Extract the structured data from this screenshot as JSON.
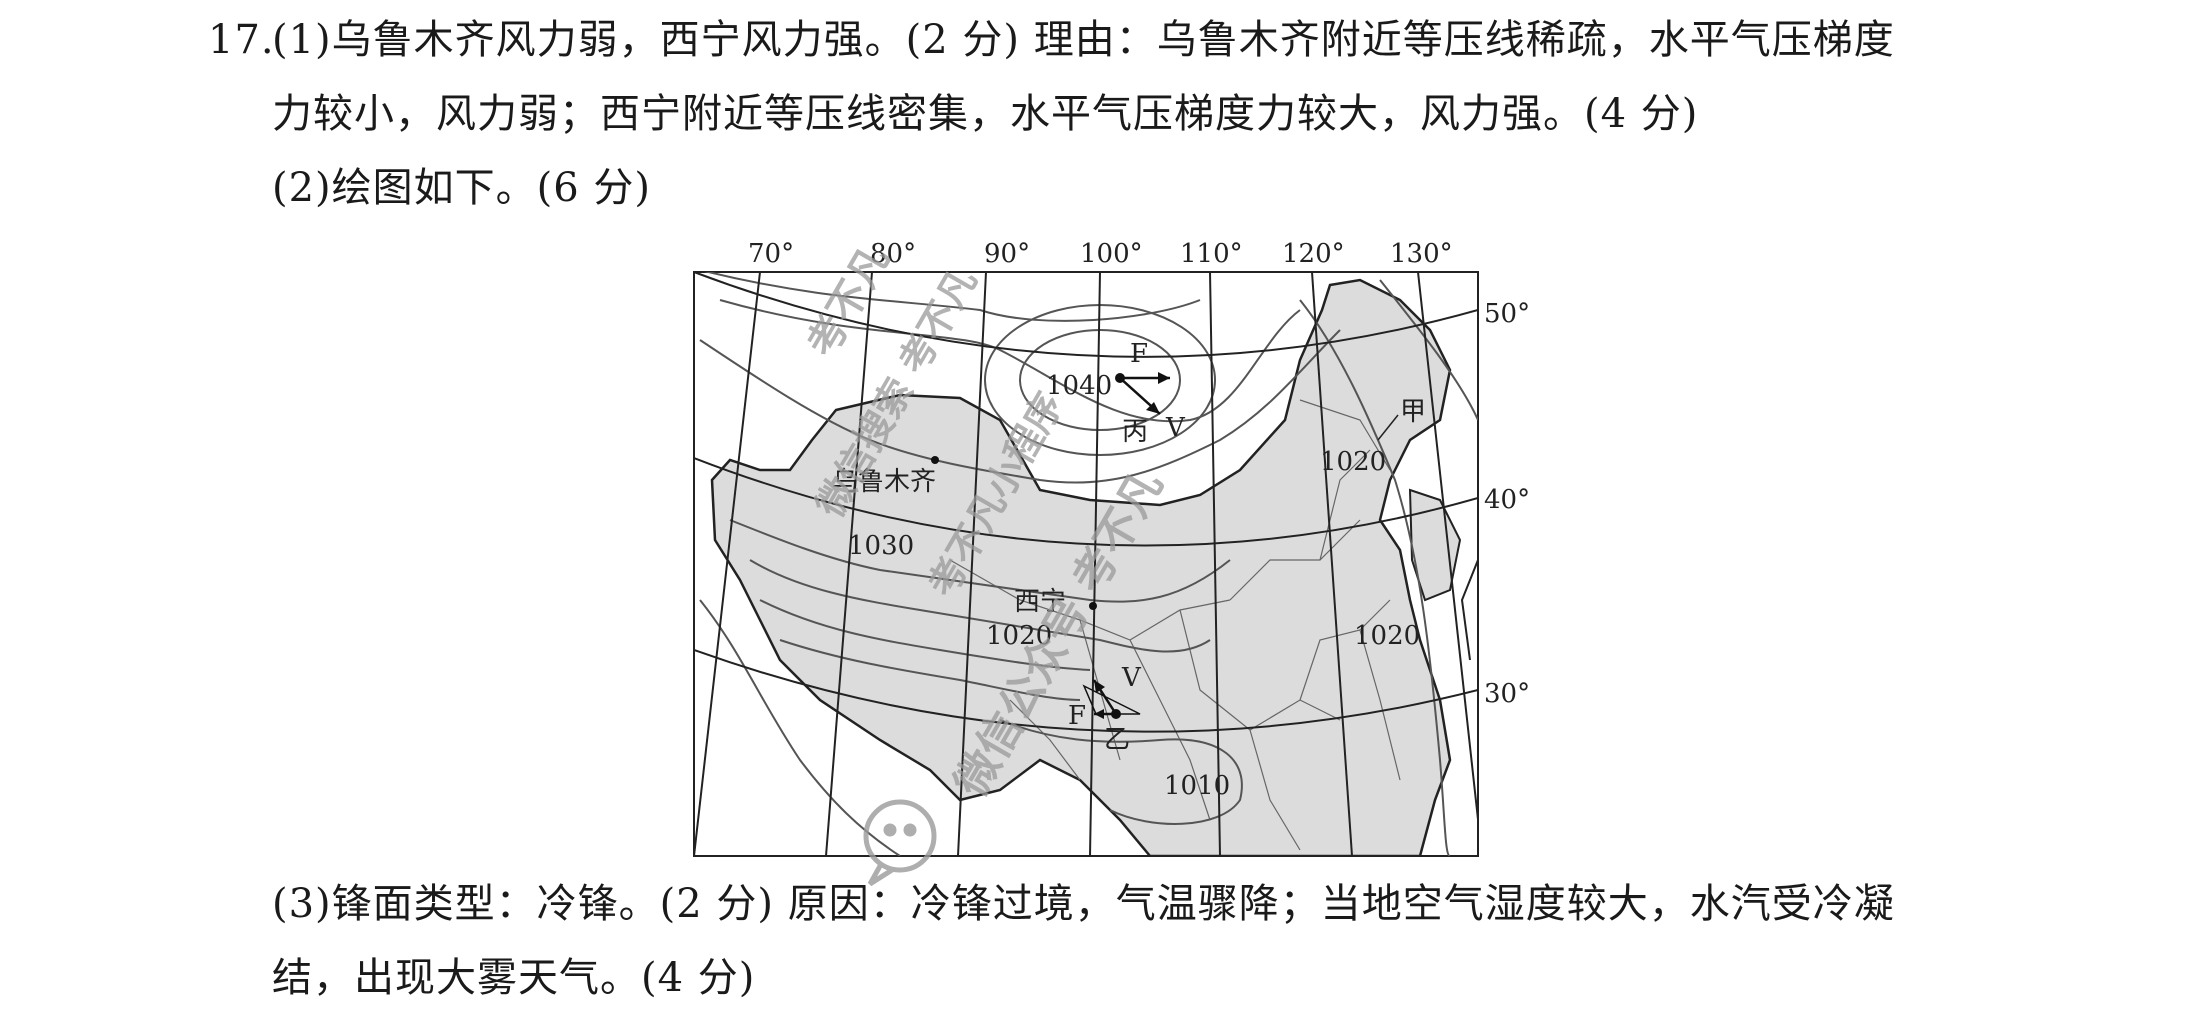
{
  "answer": {
    "q_number": "17.",
    "part1_line1": "(1)乌鲁木齐风力弱，西宁风力强。(2 分)   理由：乌鲁木齐附近等压线稀疏，水平气压梯度",
    "part1_line2": "力较小，风力弱；西宁附近等压线密集，水平气压梯度力较大，风力强。(4 分)",
    "part2": "(2)绘图如下。(6 分)",
    "part3_line1": "(3)锋面类型：冷锋。(2 分)   原因：冷锋过境，气温骤降；当地空气湿度较大，水汽受冷凝",
    "part3_line2": "结，出现大雾天气。(4 分)"
  },
  "map": {
    "longitudes": [
      "70°",
      "80°",
      "90°",
      "100°",
      "110°",
      "120°",
      "130°"
    ],
    "latitudes": [
      "50°",
      "40°",
      "30°"
    ],
    "isobar_labels": [
      "1040",
      "1030",
      "1020",
      "1020",
      "1020",
      "1010"
    ],
    "cities": [
      "乌鲁木齐",
      "西宁"
    ],
    "points": [
      "丙",
      "乙",
      "甲"
    ],
    "vector_labels": [
      "F",
      "V",
      "V",
      "F"
    ],
    "colors": {
      "land_fill": "#dcdcdc",
      "isobar": "#555555",
      "border": "#222222"
    }
  },
  "watermark": {
    "texts": [
      "考不凡",
      "微信搜索 考不凡",
      "考不凡小程序",
      "微信公众号 考不凡"
    ],
    "color": "#9a9a9a"
  }
}
